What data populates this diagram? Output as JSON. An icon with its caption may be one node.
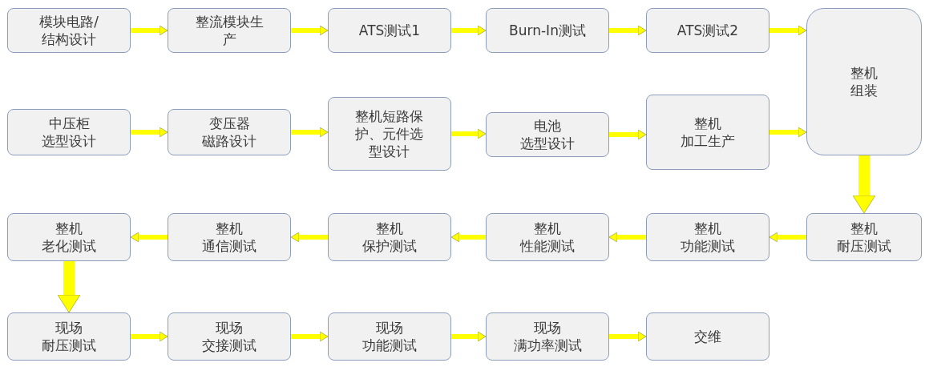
{
  "diagram": {
    "nodes": [
      {
        "text": [
          "模块电路/结构设计"
        ]
      },
      {
        "text": [
          "整流模块生产"
        ]
      },
      {
        "text": [
          "ATS测试1"
        ]
      },
      {
        "text": [
          "Burn-In测试"
        ]
      },
      {
        "text": [
          "ATS测试2"
        ]
      },
      {
        "text": [
          "整机组装"
        ]
      },
      {
        "text": [
          "中压柜选型设计"
        ]
      },
      {
        "text": [
          "变压器磁路设计"
        ]
      },
      {
        "text": [
          "整机短路保护、元件选型设计"
        ]
      },
      {
        "text": [
          "电池选型设计"
        ]
      },
      {
        "text": [
          "整机加工生产"
        ]
      },
      {
        "text": [
          "整机耐压测试"
        ]
      },
      {
        "text": [
          "整机功能测试"
        ]
      },
      {
        "text": [
          "整机性能测试"
        ]
      },
      {
        "text": [
          "整机保护测试"
        ]
      },
      {
        "text": [
          "整机通信测试"
        ]
      },
      {
        "text": [
          "整机老化测试"
        ]
      },
      {
        "text": [
          "现场耐压测试"
        ]
      },
      {
        "text": [
          "现场交接测试"
        ]
      },
      {
        "text": [
          "现场功能测试"
        ]
      },
      {
        "text": [
          "现场满功率测试"
        ]
      },
      {
        "text": [
          "交维"
        ]
      }
    ],
    "edges": [
      {
        "from": 0,
        "to": 1,
        "arrow": "to"
      },
      {
        "from": 1,
        "to": 2,
        "arrow": "to"
      },
      {
        "from": 2,
        "to": 3,
        "arrow": "to"
      },
      {
        "from": 3,
        "to": 4,
        "arrow": "to"
      },
      {
        "from": 4,
        "to": 5,
        "arrow": "to"
      },
      {
        "from": 6,
        "to": 7,
        "arrow": "to"
      },
      {
        "from": 7,
        "to": 8,
        "arrow": "to"
      },
      {
        "from": 8,
        "to": 9,
        "arrow": "to"
      },
      {
        "from": 9,
        "to": 10,
        "arrow": "to"
      },
      {
        "from": 10,
        "to": 5,
        "arrow": "to"
      },
      {
        "from": 5,
        "to": 11,
        "arrow": "to",
        "style": "thick"
      },
      {
        "from": 11,
        "to": 12,
        "arrow": "to"
      },
      {
        "from": 12,
        "to": 13,
        "arrow": "to"
      },
      {
        "from": 13,
        "to": 14,
        "arrow": "to"
      },
      {
        "from": 14,
        "to": 15,
        "arrow": "to"
      },
      {
        "from": 15,
        "to": 16,
        "arrow": "to"
      },
      {
        "from": 16,
        "to": 17,
        "arrow": "to",
        "style": "thick"
      },
      {
        "from": 17,
        "to": 18,
        "arrow": "to"
      },
      {
        "from": 18,
        "to": 19,
        "arrow": "to"
      },
      {
        "from": 19,
        "to": 20,
        "arrow": "to"
      },
      {
        "from": 20,
        "to": 21,
        "arrow": "to"
      }
    ]
  }
}
